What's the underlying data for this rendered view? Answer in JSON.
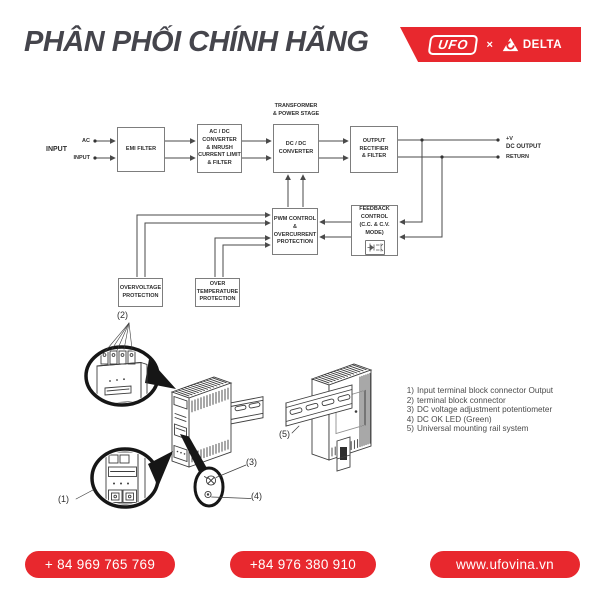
{
  "theme": {
    "red": "#E8282E",
    "title_color": "#45454C",
    "line_color": "#4a4a4a",
    "art_color": "#3d3d3d"
  },
  "header": {
    "title": "PHÂN PHỐI CHÍNH HÃNG",
    "ufo": "UFO",
    "separator": "×",
    "delta": "DELTA"
  },
  "diagram": {
    "input_label": "INPUT",
    "wire_ac": "AC",
    "wire_input": "INPUT",
    "transformer_label": "TRANSFORMER\n& POWER STAGE",
    "blocks": {
      "emi": "EMI FILTER",
      "acdc": "AC / DC\nCONVERTER\n& INRUSH\nCURRENT LIMIT\n& FILTER",
      "dcdc": "DC / DC\nCONVERTER",
      "rect": "OUTPUT\nRECTIFIER\n& FILTER",
      "pwm": "PWM CONTROL\n&\nOVERCURRENT\nPROTECTION",
      "feedback": "FEEDBACK\nCONTROL\n(C.C. & C.V. MODE)",
      "ovp": "OVERVOLTAGE\nPROTECTION",
      "otp": "OVER TEMPERATURE\nPROTECTION"
    },
    "outputs": {
      "plus_v": "+V",
      "dc_output": "DC OUTPUT",
      "return_": "RETURN"
    }
  },
  "illustration": {
    "callouts": {
      "c1": "(1)",
      "c2": "(2)",
      "c3": "(3)",
      "c4": "(4)",
      "c5": "(5)"
    },
    "list": [
      {
        "num": "1)",
        "text": "Input terminal block connector Output"
      },
      {
        "num": "2)",
        "text": "terminal block connector"
      },
      {
        "num": "3)",
        "text": "DC voltage adjustment potentiometer"
      },
      {
        "num": "4)",
        "text": "DC OK LED (Green)"
      },
      {
        "num": "5)",
        "text": "Universal mounting rail system"
      }
    ]
  },
  "footer": {
    "phone1": "+ 84 969 765 769",
    "phone2": "+84 976 380 910",
    "website": "www.ufovina.vn"
  }
}
